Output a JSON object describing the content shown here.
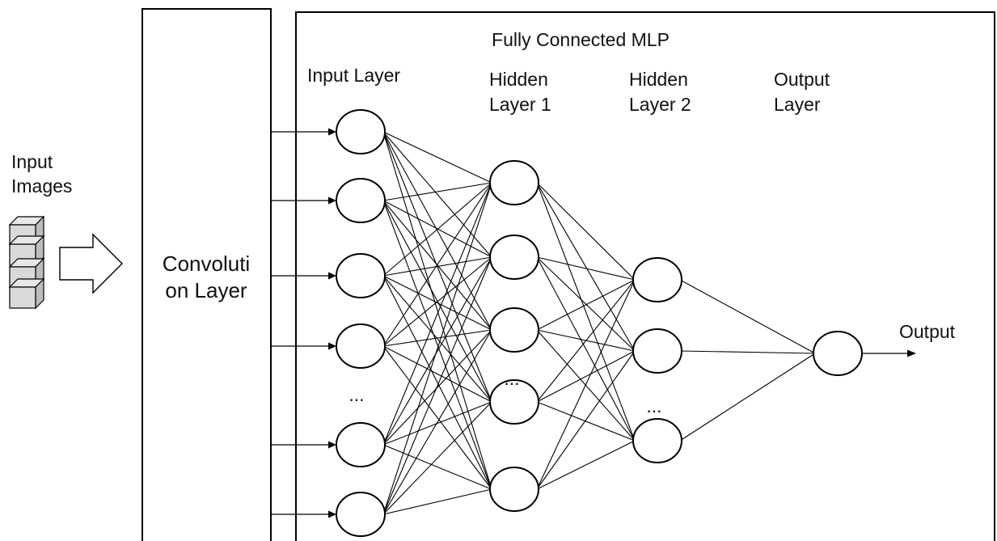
{
  "labels": {
    "input_images": [
      "Input",
      "Images"
    ],
    "conv_layer": [
      "Convoluti",
      "on Layer"
    ],
    "mlp_title": "Fully Connected MLP",
    "input_layer": "Input Layer",
    "hidden_layer_1": [
      "Hidden",
      "Layer 1"
    ],
    "hidden_layer_2": [
      "Hidden",
      "Layer 2"
    ],
    "output_layer": [
      "Output",
      "Layer"
    ],
    "output": "Output",
    "ellipsis": "..."
  },
  "network": {
    "layers": [
      {
        "name": "input-layer",
        "node_count": 6,
        "ellipsis_after_node": 4
      },
      {
        "name": "hidden-layer-1",
        "node_count": 5,
        "ellipsis_after_node": 3
      },
      {
        "name": "hidden-layer-2",
        "node_count": 3,
        "ellipsis_after_node": 2
      },
      {
        "name": "output-layer",
        "node_count": 1
      }
    ],
    "connections": "fully-connected"
  },
  "colors": {
    "stroke": "#000000",
    "background": "#ffffff",
    "cube_front": "#d9d9d9",
    "cube_top": "#e8e8e8",
    "cube_side": "#bdbdbd"
  }
}
